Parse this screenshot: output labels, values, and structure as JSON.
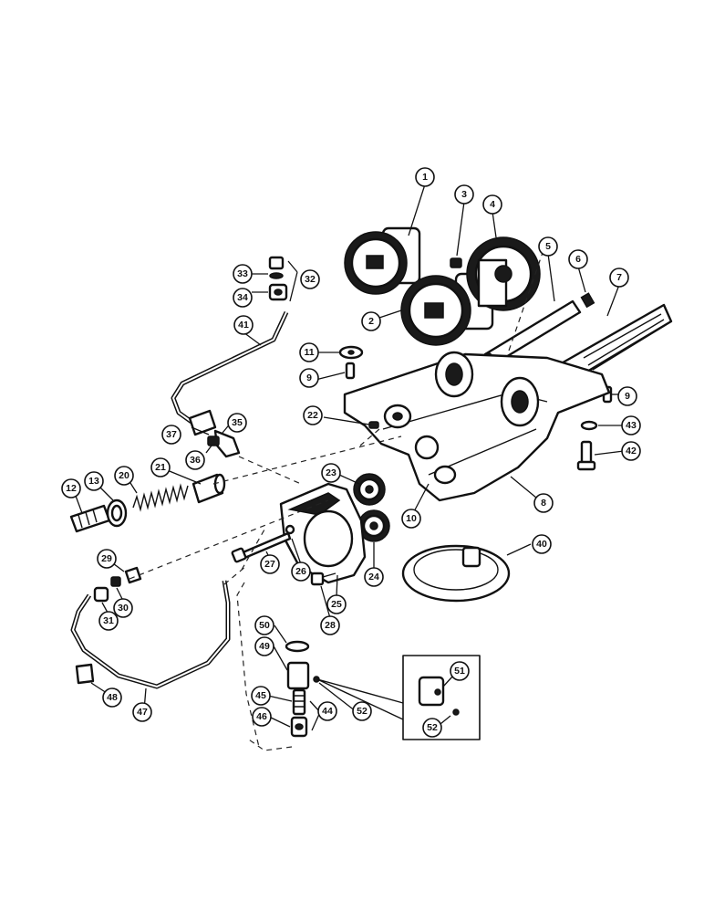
{
  "callouts": {
    "c1": "1",
    "c2": "2",
    "c3": "3",
    "c4": "4",
    "c5": "5",
    "c6": "6",
    "c7": "7",
    "c8": "8",
    "c9a": "9",
    "c9b": "9",
    "c10": "10",
    "c11": "11",
    "c12": "12",
    "c13": "13",
    "c20": "20",
    "c21": "21",
    "c22": "22",
    "c23": "23",
    "c24": "24",
    "c25": "25",
    "c26": "26",
    "c27": "27",
    "c28": "28",
    "c29": "29",
    "c30": "30",
    "c31": "31",
    "c32": "32",
    "c33": "33",
    "c34": "34",
    "c35": "35",
    "c36": "36",
    "c37": "37",
    "c40": "40",
    "c41": "41",
    "c42": "42",
    "c43": "43",
    "c44": "44",
    "c45": "45",
    "c46": "46",
    "c47": "47",
    "c48": "48",
    "c49": "49",
    "c50": "50",
    "c51": "51",
    "c52a": "52",
    "c52b": "52"
  },
  "colors": {
    "ink": "#111111",
    "paper": "#ffffff"
  }
}
